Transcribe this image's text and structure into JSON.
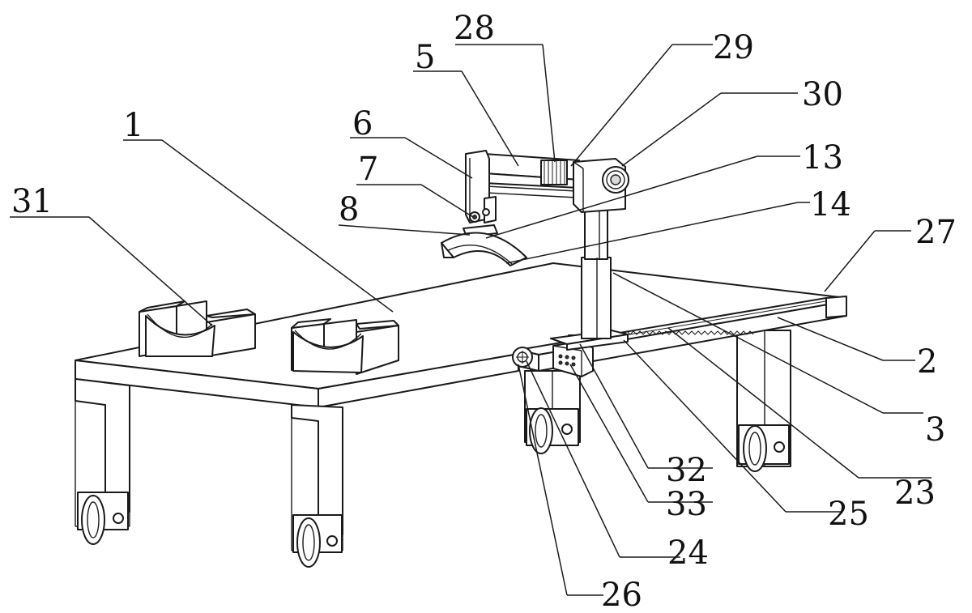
{
  "labels": [
    {
      "id": "1",
      "text": "1"
    },
    {
      "id": "2",
      "text": "2"
    },
    {
      "id": "3",
      "text": "3"
    },
    {
      "id": "5",
      "text": "5"
    },
    {
      "id": "6",
      "text": "6"
    },
    {
      "id": "7",
      "text": "7"
    },
    {
      "id": "8",
      "text": "8"
    },
    {
      "id": "13",
      "text": "13"
    },
    {
      "id": "14",
      "text": "14"
    },
    {
      "id": "23",
      "text": "23"
    },
    {
      "id": "24",
      "text": "24"
    },
    {
      "id": "25",
      "text": "25"
    },
    {
      "id": "26",
      "text": "26"
    },
    {
      "id": "27",
      "text": "27"
    },
    {
      "id": "28",
      "text": "28"
    },
    {
      "id": "29",
      "text": "29"
    },
    {
      "id": "30",
      "text": "30"
    },
    {
      "id": "31",
      "text": "31"
    },
    {
      "id": "32",
      "text": "32"
    },
    {
      "id": "33",
      "text": "33"
    }
  ]
}
